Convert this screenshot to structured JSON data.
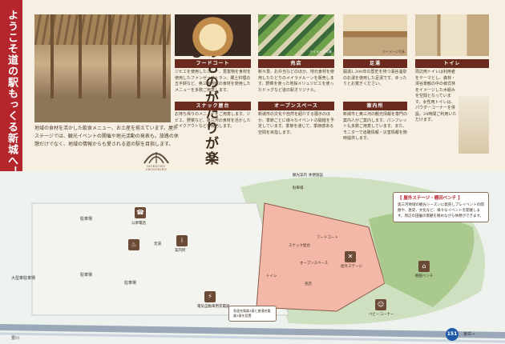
{
  "side_title": "ようこそ道の駅もっくる新城へ！",
  "main_title": "地域のものがたりが楽しめる、",
  "intro_text": "地域の食材を活かした飲食メニュー、お土産を揃えています。屋外ステージでは、観光イベントの開催や地元活動の発表も。旅路の休憩だけでなく、地域の情報からも愛される道の駅を目指します。",
  "logo_caption": "MOKKURU SHINSHIRO",
  "sections": [
    {
      "title": "フードコート",
      "text": "ジビエを使用したカレー、豊富物を食材を使用したファンゼーフトラン、郷土料理の五平餅など、奥三河地域の食材を使用したメニューを多数ご用意します。"
    },
    {
      "title": "スナック屋台",
      "text": "お持ち帰りのメニューをご用意します。ジビエ、野菜など、奥三河の食材を活かしたテイクアウトなどを販売します。"
    },
    {
      "title": "売店",
      "text": "新々豊、お弁当などのほか、地元食材を使用したたどりのメイラメルーンを販売します。野菜を使った地採メリュジビエを使ったドッグなど道の駅オリジナル。"
    },
    {
      "title": "オープンスペース",
      "text": "新城市の文化や自然を紹介する展示のほか、季節ごとに様々なイベントの開催を予定しています。季節を通じて、季節感ある空間を目指します。"
    },
    {
      "title": "足湯",
      "text": "開湯1,300年の歴史を持つ湯谷温泉のお湯を使用した足湯です。ゆったりとお寛ぎください。"
    },
    {
      "title": "案内所",
      "text": "新城市と奥三河の観光情報を専門の案内人がご案内します。パンフレットも多数ご用意しています。また、モニターで道路情報・災害情報を随時提供します。"
    },
    {
      "title": "トイレ",
      "text": "周辺用トイレは利用者をテーマとし、森林・渓谷景観の中の様式林をイメージした木組みを空間となっています。女性用トイレは、パウダーコーナーを併設。24時間ご利用いただけます。"
    }
  ],
  "photo_captions": [
    "※イメージ写真",
    "※イメージ写真"
  ],
  "map": {
    "callout_title": "【 屋外ステージ・棚田ベンチ 】",
    "callout_text": "奥三河地域の観光シーズンに発売しプレイベントの開催や、歴史、文化など、様々なイベントを開催します。周辺の田園の景観を眺めながら休憩ができます。",
    "note": "急速充電器1基と普通充電器1基を設置",
    "labels": [
      "観光案内",
      "休憩施設",
      "駐車場",
      "公衆電話",
      "足湯",
      "案内所",
      "トイレ",
      "売店",
      "フードコート",
      "スナック屋台",
      "オープンスペース",
      "屋外ステージ",
      "棚田ベンチ",
      "電気自動車用充電器",
      "ベビーコーナー",
      "大型車駐車場",
      "駐車場",
      "駐車場",
      "駐車場",
      "豊川",
      "東栄→"
    ],
    "road_number": "151"
  }
}
